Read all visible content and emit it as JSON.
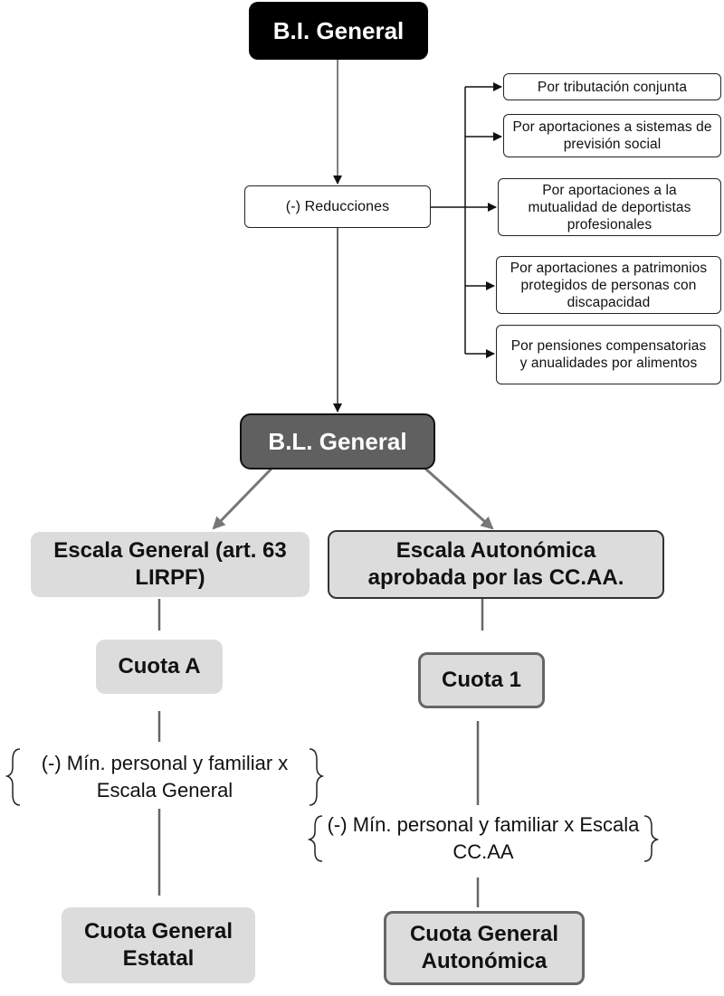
{
  "top": {
    "label": "B.I. General"
  },
  "reducciones": {
    "label": "(-) Reducciones"
  },
  "reduction_items": [
    {
      "label": "Por tributación conjunta"
    },
    {
      "label": "Por aportaciones a sistemas de previsión social"
    },
    {
      "label": "Por aportaciones a la mutualidad de deportistas profesionales"
    },
    {
      "label": "Por aportaciones a patrimonios protegidos de personas con discapacidad"
    },
    {
      "label": "Por pensiones compensatorias y anualidades por alimentos"
    }
  ],
  "bl": {
    "label": "B.L. General"
  },
  "left": {
    "scale": "Escala General (art. 63 LIRPF)",
    "cuota": "Cuota A",
    "minimo": "(-) Mín. personal y familiar x Escala General",
    "final": "Cuota General Estatal"
  },
  "right": {
    "scale": "Escala Autonómica aprobada por las CC.AA.",
    "cuota": "Cuota 1",
    "minimo": "(-) Mín. personal y familiar x Escala CC.AA",
    "final": "Cuota General Autonómica"
  }
}
